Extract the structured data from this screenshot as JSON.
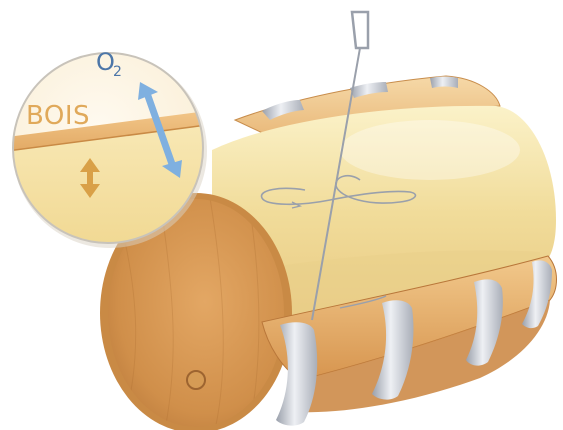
{
  "diagram": {
    "labels": {
      "wood": "BOIS",
      "oxygen_main": "O",
      "oxygen_sub": "2"
    },
    "colors": {
      "wood_label": "#e0a95a",
      "oxygen_label": "#4c76a8",
      "oxygen_arrow": "#7fb0e0",
      "wood_arrow": "#d9a047",
      "hoop": "#c9cdd6",
      "barrel_wood": "#dea460",
      "wine": "#f1dc9a"
    },
    "icons": {
      "oxygen_arrow": "double-arrow-icon",
      "wood_arrow": "double-arrow-icon"
    }
  }
}
